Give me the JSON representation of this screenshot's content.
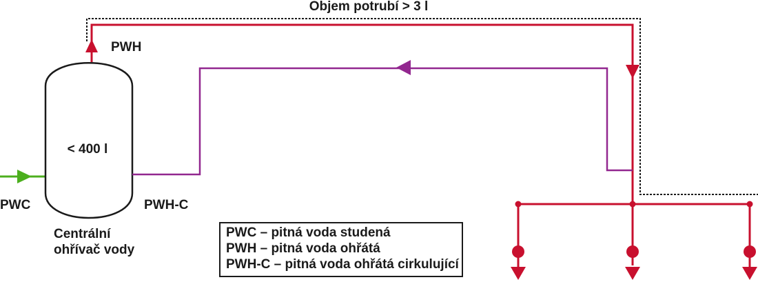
{
  "title": "Objem potrubí > 3 l",
  "tank": {
    "volume_label": "< 400 l",
    "name_line1": "Centrální",
    "name_line2": "ohřívač vody"
  },
  "pipes": {
    "pwc_label": "PWC",
    "pwh_label": "PWH",
    "pwhc_label": "PWH-C"
  },
  "legend": [
    "PWC – pitná voda studená",
    "PWH – pitná voda ohřátá",
    "PWH-C – pitná voda ohřátá cirkulující"
  ],
  "colors": {
    "pwh": "#c8102e",
    "pwhc": "#92278f",
    "pwc": "#4caf1e",
    "outline": "#1a1a1a"
  }
}
